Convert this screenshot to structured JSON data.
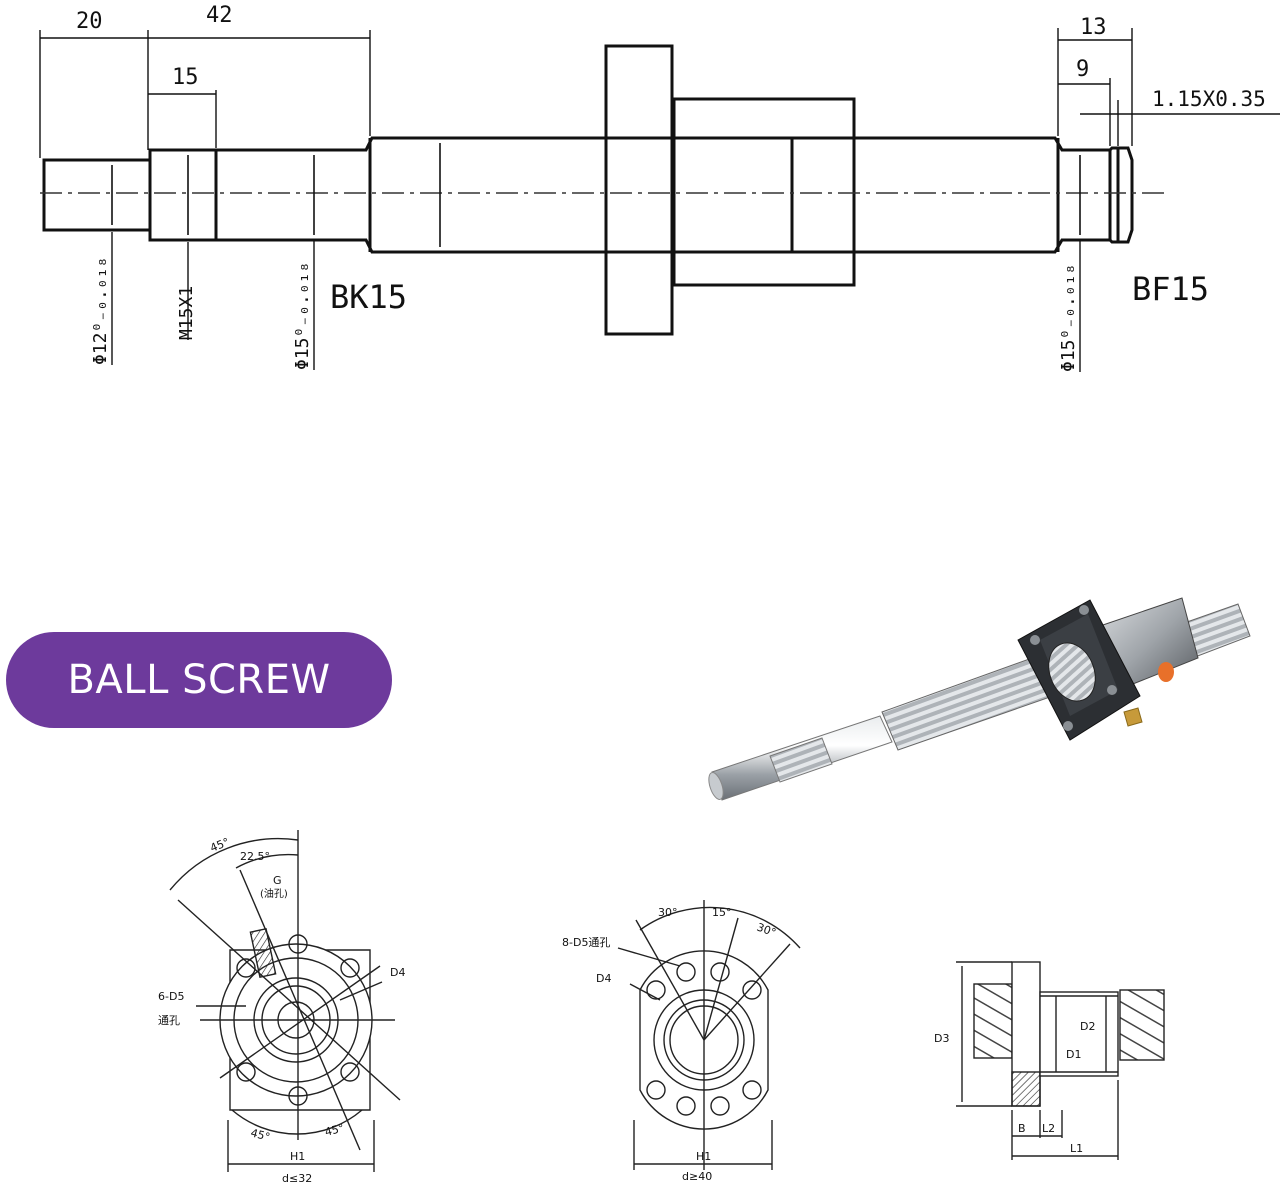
{
  "top_drawing": {
    "dims": {
      "d20": "20",
      "d42": "42",
      "d15": "15",
      "d13": "13",
      "d9": "9",
      "groove": "1.15X0.35"
    },
    "vertical_labels": {
      "dia12": "Φ12⁰₋₀.₀₁₈",
      "m15": "M15X1",
      "dia15_left": "Φ15⁰₋₀.₀₁₈",
      "dia15_right": "Φ15⁰₋₀.₀₁₈"
    },
    "support_left": "BK15",
    "support_right": "BF15"
  },
  "badge": {
    "label": "BALL SCREW"
  },
  "nut_left": {
    "angle_45_top": "45°",
    "angle_22_5": "22.5°",
    "g": "G",
    "g_sub": "(油孔)",
    "d4": "D4",
    "hole": "6-D5",
    "hole_sub": "通孔",
    "angle_45_bl": "45°",
    "angle_45_br": "45°",
    "h1": "H1",
    "d_cond": "d≤32"
  },
  "nut_mid": {
    "angle_30_left": "30°",
    "angle_15": "15°",
    "angle_30_right": "30°",
    "holes": "8-D5通孔",
    "d4": "D4",
    "h1": "H1",
    "d_cond": "d≥40"
  },
  "nut_side": {
    "d3": "D3",
    "d2": "D2",
    "d1": "D1",
    "b": "B",
    "l2": "L2",
    "l1": "L1"
  },
  "colors": {
    "badge": "#6d3a9c",
    "line": "#111111",
    "steel": "#b8bcc0"
  }
}
